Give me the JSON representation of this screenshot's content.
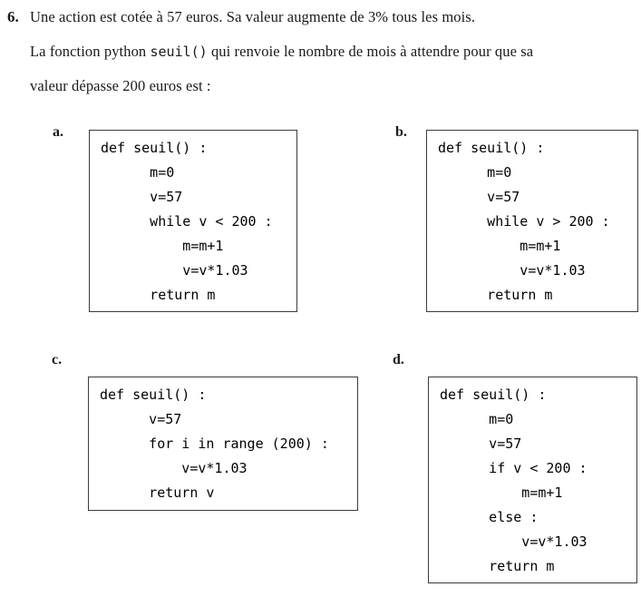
{
  "colors": {
    "background": "#ffffff",
    "text": "#1a1a1a",
    "box_border": "#3c3c3c"
  },
  "question": {
    "number": "6.",
    "line1": "Une action est cotée à 57 euros. Sa valeur augmente de 3% tous les mois.",
    "line2_pre": "La fonction python ",
    "line2_code": "seuil()",
    "line2_post": " qui renvoie le nombre de mois à attendre pour que sa",
    "line3": "valeur dépasse 200 euros est :"
  },
  "options": [
    {
      "label": "a.",
      "code_lines": [
        "def seuil() :",
        "      m=0",
        "      v=57",
        "      while v < 200 :",
        "          m=m+1",
        "          v=v*1.03",
        "      return m"
      ]
    },
    {
      "label": "b.",
      "code_lines": [
        "def seuil() :",
        "      m=0",
        "      v=57",
        "      while v > 200 :",
        "          m=m+1",
        "          v=v*1.03",
        "      return m"
      ]
    },
    {
      "label": "c.",
      "code_lines": [
        "def seuil() :",
        "      v=57",
        "      for i in range (200) :",
        "          v=v*1.03",
        "      return v"
      ]
    },
    {
      "label": "d.",
      "code_lines": [
        "def seuil() :",
        "      m=0",
        "      v=57",
        "      if v < 200 :",
        "          m=m+1",
        "      else :",
        "          v=v*1.03",
        "      return m"
      ]
    }
  ]
}
